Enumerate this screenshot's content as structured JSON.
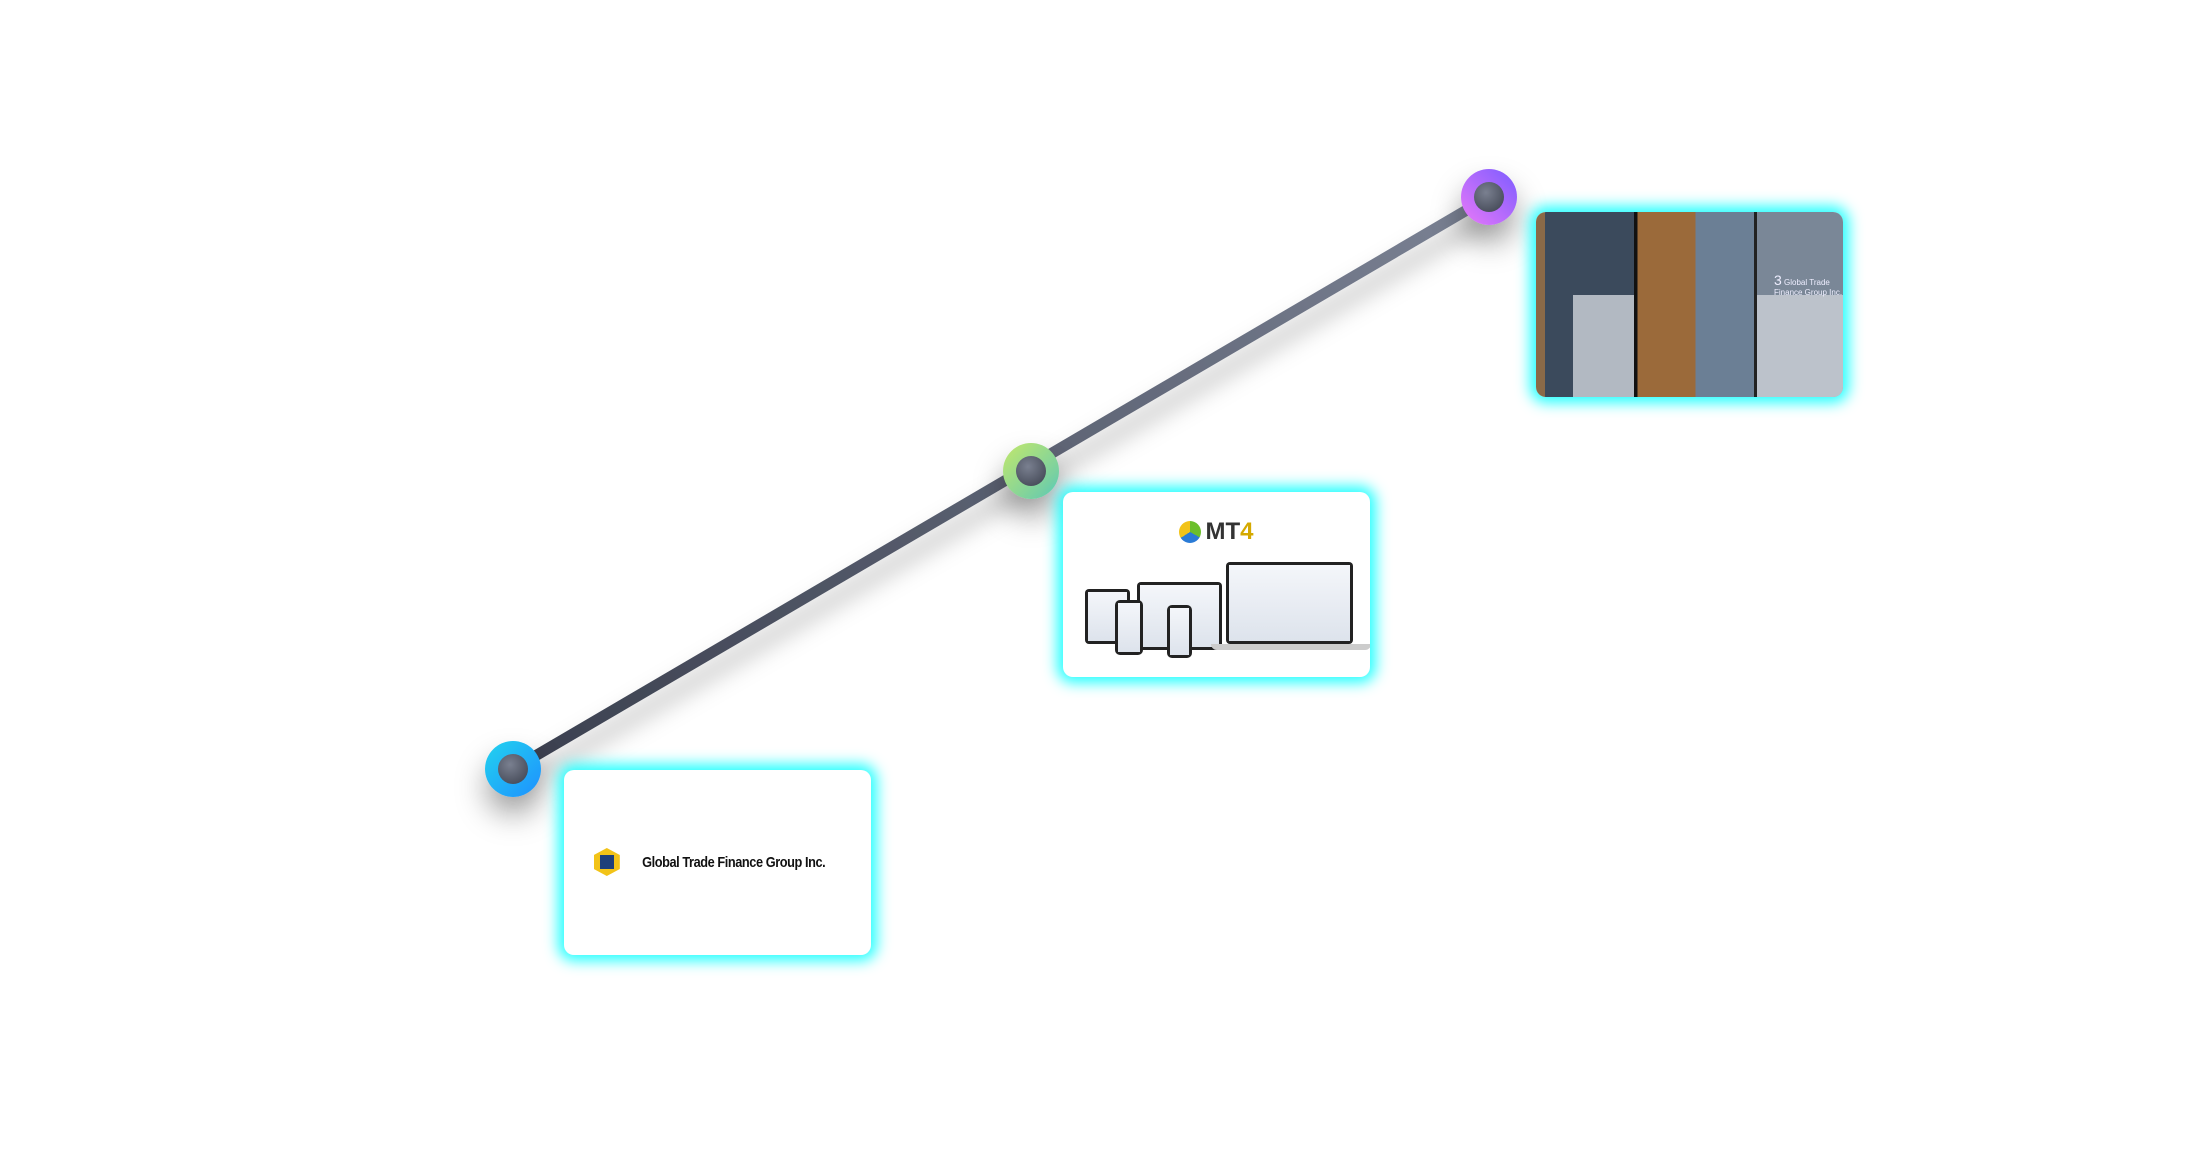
{
  "timeline": {
    "nodes": [
      {
        "name": "node-1",
        "colors": [
          "#1e90ff",
          "#22d3ee"
        ]
      },
      {
        "name": "node-2",
        "colors": [
          "#c3e86b",
          "#5fc8b4"
        ]
      },
      {
        "name": "node-3",
        "colors": [
          "#e879f9",
          "#7c5cff"
        ]
      }
    ],
    "line_colors": [
      "#3a3f4e",
      "#7b8294"
    ],
    "glow_color": "#00ffff"
  },
  "cards": [
    {
      "logo_text": "Global Trade Finance Group Inc."
    },
    {
      "logo_mt": "MT",
      "logo_num": "4"
    },
    {
      "sign_number": "3",
      "sign_text": "Global Trade Finance Group Inc."
    }
  ]
}
